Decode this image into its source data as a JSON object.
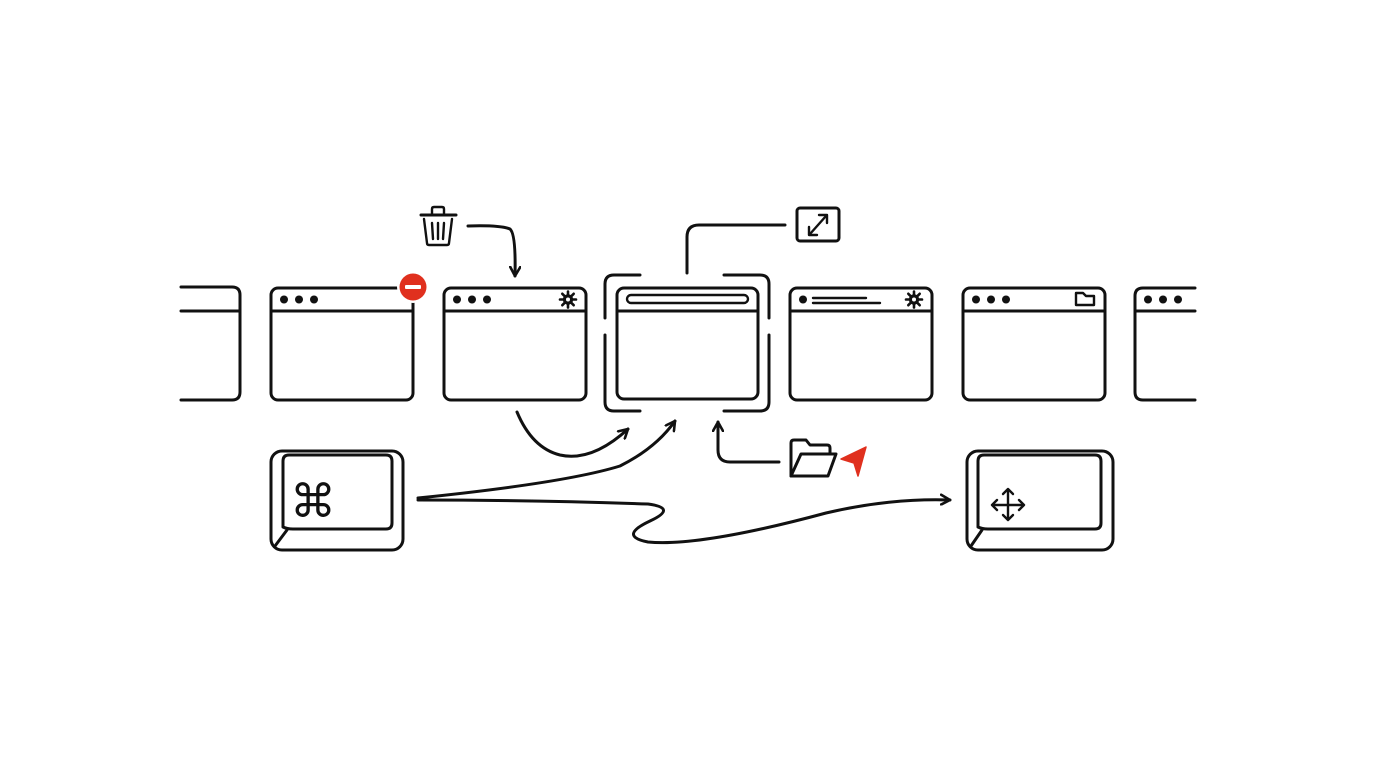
{
  "colors": {
    "ink": "#111111",
    "accent_red": "#e0301e",
    "background": "#ffffff"
  },
  "icons": {
    "trash": "trash-icon",
    "remove_badge": "minus-circle-icon",
    "gear": "gear-icon",
    "folder": "folder-icon",
    "expand": "expand-diagonal-icon",
    "open_folder": "open-folder-icon",
    "cursor": "cursor-arrow-icon",
    "command_key": "command-key-icon",
    "move": "move-arrows-icon"
  },
  "keys": {
    "command_symbol": "⌘"
  },
  "windows": [
    {
      "id": "partial-left",
      "titlebar": "plain"
    },
    {
      "id": "window-2",
      "titlebar": "traffic-dots",
      "badge": "minus-circle-icon"
    },
    {
      "id": "window-3",
      "titlebar": "traffic-dots",
      "titlebar_icon": "gear-icon"
    },
    {
      "id": "window-focused",
      "titlebar": "address-bar",
      "state": "selected"
    },
    {
      "id": "window-5",
      "titlebar": "single-dot-with-lines",
      "titlebar_icon": "gear-icon"
    },
    {
      "id": "window-6",
      "titlebar": "traffic-dots",
      "titlebar_icon": "folder-icon"
    },
    {
      "id": "partial-right",
      "titlebar": "traffic-dots"
    }
  ]
}
